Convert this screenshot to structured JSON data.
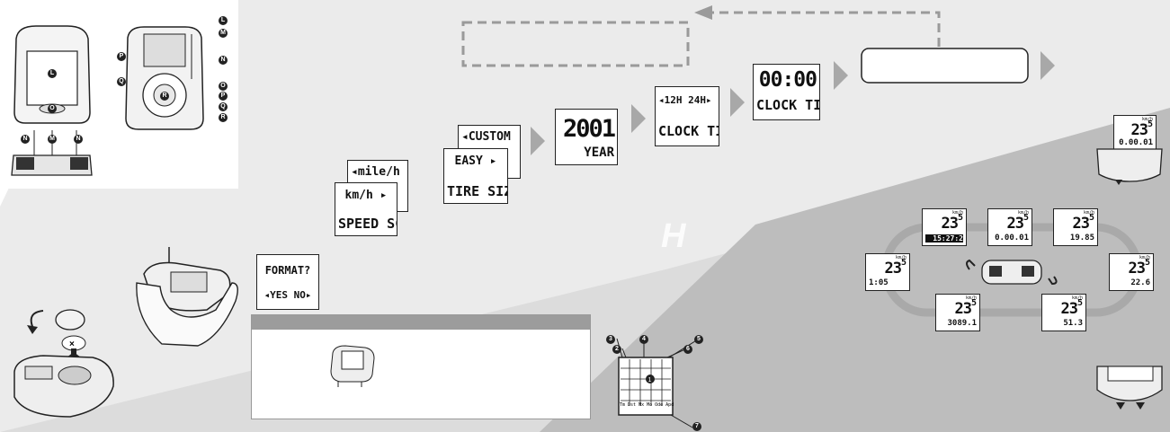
{
  "callouts": {
    "L": "L",
    "M": "M",
    "N": "N",
    "O": "O",
    "P": "P",
    "Q": "Q",
    "R": "R",
    "n1": "1",
    "n2": "2",
    "n3": "3",
    "n4": "4",
    "n5": "5",
    "n6": "6",
    "n7": "7"
  },
  "displays": {
    "speed_mile": "mile/h",
    "speed_km": "km/h",
    "speed_label": "SPEED SC",
    "tire_custom": "CUSTOM",
    "tire_easy": "EASY",
    "tire_label": "TIRE SIZ",
    "year_value": "2001",
    "year_label": "YEAR",
    "clock_mode": "12H 24H",
    "clock_mode_label": "CLOCK TI",
    "clock_time": "00:00",
    "clock_time_label": "CLOCK TI",
    "format_q": "FORMAT?",
    "format_opts": "YES NO"
  },
  "mode_screens": [
    {
      "big": "23",
      "sup": "5",
      "bottom": "15:27:2"
    },
    {
      "big": "23",
      "sup": "5",
      "bottom": "0.00.01"
    },
    {
      "big": "23",
      "sup": "5",
      "bottom": "19.85"
    },
    {
      "big": "23",
      "sup": "5",
      "bottom": "1:05"
    },
    {
      "big": "23",
      "sup": "5",
      "bottom": "22.6"
    },
    {
      "big": "23",
      "sup": "5",
      "bottom": "3089.1"
    },
    {
      "big": "23",
      "sup": "5",
      "bottom": "51.3"
    }
  ],
  "corner_screen": {
    "big": "23",
    "sup": "5",
    "bottom": "0.00.01"
  },
  "mini_labels": {
    "unit": "km/h",
    "tiny": "Tm"
  },
  "lcd_diagram_footer": "Tm Dst Mx Mo Ode Apd"
}
